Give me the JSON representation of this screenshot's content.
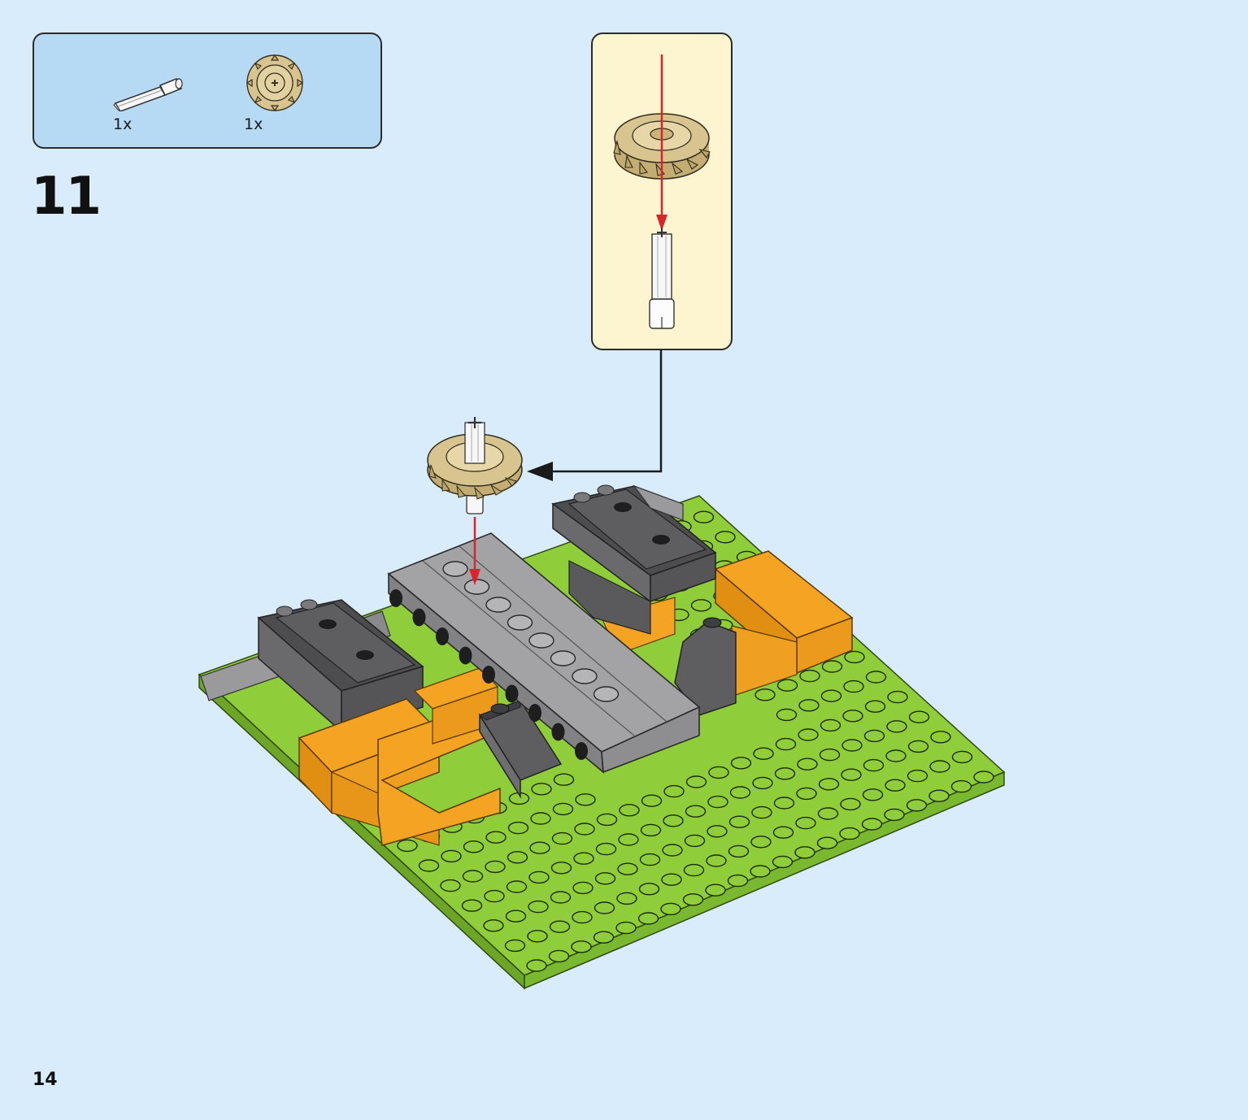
{
  "page": {
    "number": "14"
  },
  "step": {
    "number": "11"
  },
  "parts_list": {
    "items": [
      {
        "icon": "technic-axle-pin-icon",
        "color": "#f2f2f2",
        "quantity": "1x"
      },
      {
        "icon": "tan-gear-icon",
        "color": "#d8c48f",
        "quantity": "1x"
      }
    ]
  },
  "colors": {
    "background": "#d8ecfc",
    "parts_box": "#b6d9f4",
    "callout": "#fcf5cf",
    "baseplate": "#8fce3a",
    "brick_orange": "#f5a323",
    "brick_dark_gray": "#5e5e60",
    "brick_light_gray": "#9a9a9c",
    "gear_tan": "#d8c48f",
    "arrow_red": "#d8262e"
  }
}
